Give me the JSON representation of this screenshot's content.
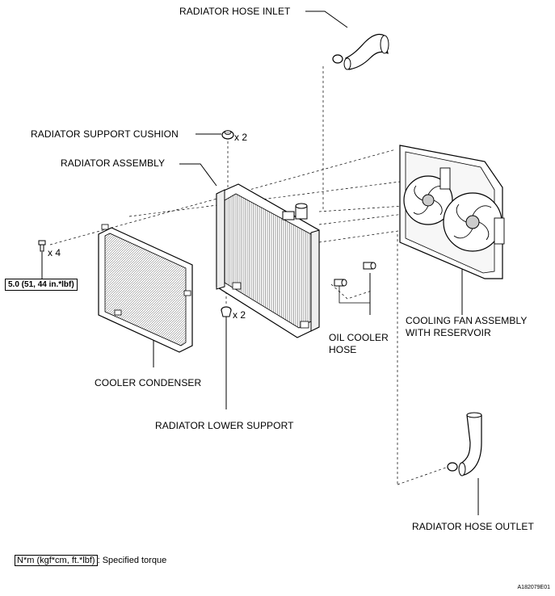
{
  "labels": {
    "hose_inlet": "RADIATOR HOSE INLET",
    "support_cushion": "RADIATOR SUPPORT CUSHION",
    "radiator_assembly": "RADIATOR ASSEMBLY",
    "cooling_fan_line1": "COOLING FAN ASSEMBLY",
    "cooling_fan_line2": "WITH RESERVOIR",
    "oil_cooler_line1": "OIL COOLER",
    "oil_cooler_line2": "HOSE",
    "cooler_condenser": "COOLER CONDENSER",
    "lower_support": "RADIATOR LOWER SUPPORT",
    "hose_outlet": "RADIATOR HOSE OUTLET"
  },
  "quantities": {
    "cushion": "x 2",
    "bolt": "x 4",
    "lower_support": "x 2"
  },
  "torque_spec": "5.0 (51, 44 in.*lbf)",
  "legend": {
    "box_text": "N*m (kgf*cm, ft.*lbf)",
    "suffix": ": Specified torque"
  },
  "figure_code": "A182079E01"
}
